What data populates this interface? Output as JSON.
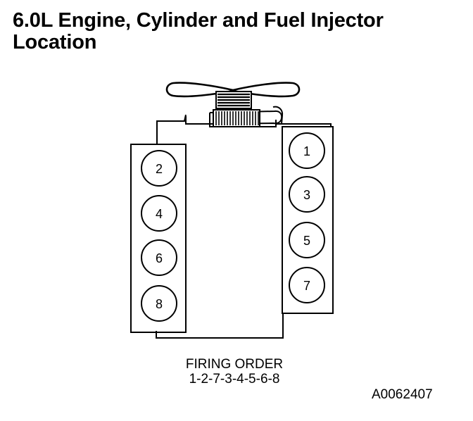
{
  "title": {
    "line1": "6.0L Engine, Cylinder and Fuel Injector",
    "line2": "Location"
  },
  "cylinders": {
    "left_bank": [
      "2",
      "4",
      "6",
      "8"
    ],
    "right_bank": [
      "1",
      "3",
      "5",
      "7"
    ]
  },
  "firing_order": {
    "label": "FIRING ORDER",
    "sequence": "1-2-7-3-4-5-6-8"
  },
  "reference_id": "A0062407"
}
